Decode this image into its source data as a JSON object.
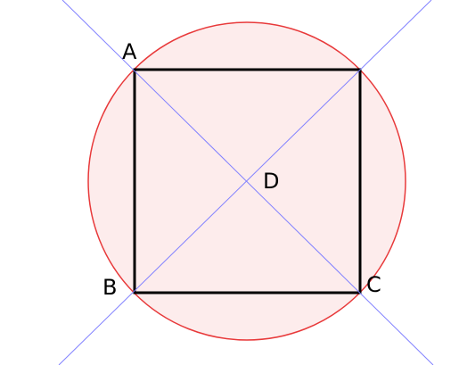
{
  "diagram": {
    "points": [
      {
        "id": "A",
        "label": "A"
      },
      {
        "id": "B",
        "label": "B"
      },
      {
        "id": "C",
        "label": "C"
      },
      {
        "id": "D",
        "label": "D"
      }
    ],
    "colors": {
      "circle_stroke": "#e8393a",
      "circle_fill": "#fdecec",
      "square_stroke": "#000000",
      "diagonal_stroke": "#8080ff",
      "label": "#000000"
    }
  }
}
